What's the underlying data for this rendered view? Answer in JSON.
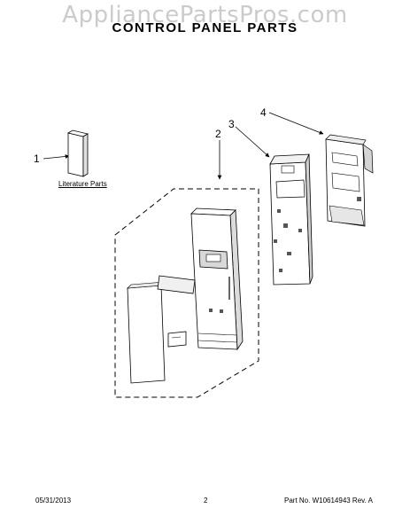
{
  "watermark": "AppliancePartsPros.com",
  "title": "CONTROL PANEL PARTS",
  "callouts": [
    "1",
    "2",
    "3",
    "4"
  ],
  "literature_label": "Literature Parts",
  "footer": {
    "date": "05/31/2013",
    "page": "2",
    "part_no": "Part No.  W10614943  Rev.  A"
  }
}
